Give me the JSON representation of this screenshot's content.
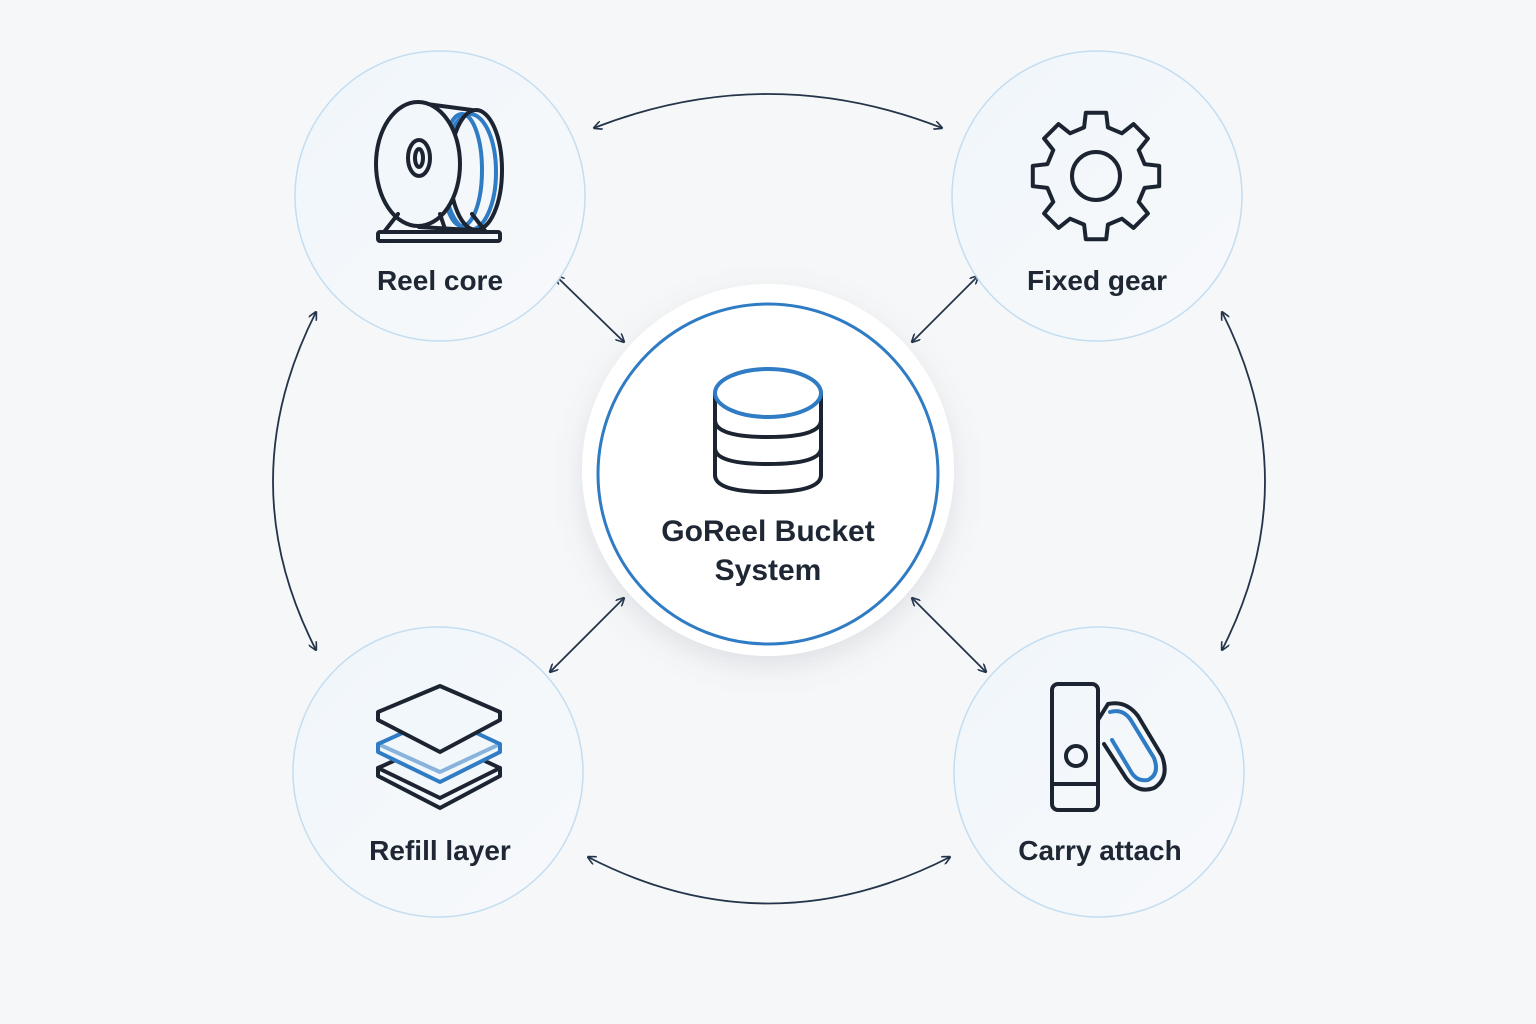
{
  "diagram": {
    "center": {
      "title_line1": "GoReel Bucket",
      "title_line2": "System",
      "icon": "database-stack-icon"
    },
    "nodes": [
      {
        "id": "reel-core",
        "label": "Reel core",
        "icon": "reel-spool-icon"
      },
      {
        "id": "fixed-gear",
        "label": "Fixed gear",
        "icon": "gear-icon"
      },
      {
        "id": "refill-layer",
        "label": "Refill layer",
        "icon": "layers-icon"
      },
      {
        "id": "carry-attach",
        "label": "Carry attach",
        "icon": "carabiner-clip-icon"
      }
    ],
    "colors": {
      "background": "#f6f7f8",
      "accent_blue": "#2f7cc4",
      "node_ring": "#bcd9f0",
      "node_fill": "#f2f7fb",
      "text_dark": "#1e2733",
      "arrow": "#24344a"
    }
  }
}
